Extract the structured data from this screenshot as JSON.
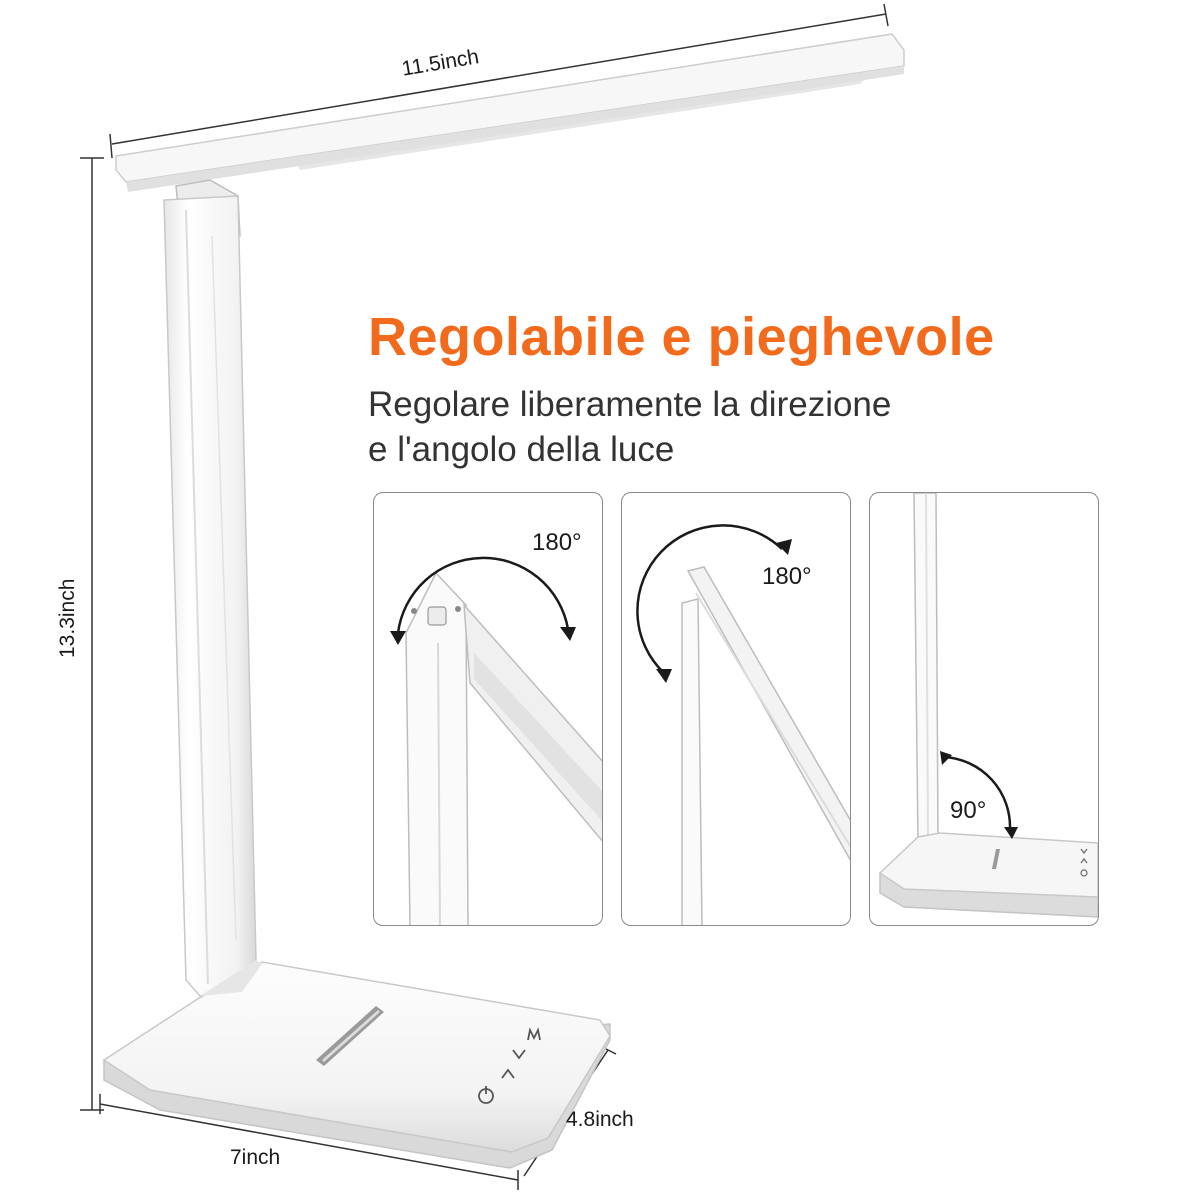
{
  "title": "Regolabile e pieghevole",
  "subtitle_lines": [
    "Regolare liberamente la direzione",
    "e l'angolo della luce"
  ],
  "dimensions": {
    "arm_length": "11.5inch",
    "height": "13.3inch",
    "base_width": "7inch",
    "base_depth": "4.8inch"
  },
  "panels": [
    {
      "angle": "180°"
    },
    {
      "angle": "180°"
    },
    {
      "angle": "90°"
    }
  ],
  "colors": {
    "accent": "#F26A1B",
    "text": "#333333",
    "lamp": "#f4f4f4",
    "outline": "#cfcfcf"
  },
  "control_icons": [
    "power-icon",
    "brightness-down-icon",
    "brightness-up-icon",
    "mode-icon"
  ]
}
